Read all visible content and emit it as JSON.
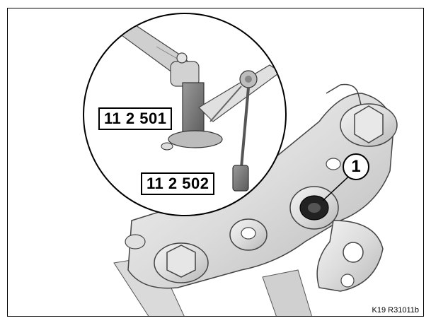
{
  "labels": {
    "tool_upper": "11 2 501",
    "tool_lower": "11 2 502",
    "callout_1": "1"
  },
  "reference": "K19 R31011b"
}
